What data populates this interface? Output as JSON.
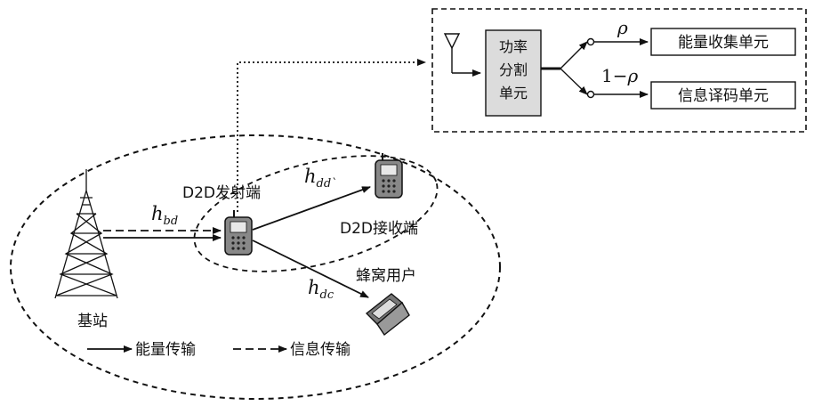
{
  "labels": {
    "base_station": "基站",
    "d2d_tx": "D2D发射端",
    "d2d_rx": "D2D接收端",
    "cellular_user": "蜂窝用户"
  },
  "channels": {
    "h_bd": {
      "base": "h",
      "sub": "bd"
    },
    "h_dd": {
      "base": "h",
      "sub": "dd`"
    },
    "h_dc": {
      "base": "h",
      "sub": "dc"
    }
  },
  "receiver": {
    "power_split_line1": "功率",
    "power_split_line2": "分割",
    "power_split_line3": "单元",
    "rho": "ρ",
    "one_minus_rho_prefix": "1−",
    "one_minus_rho_symbol": "ρ",
    "energy_harvest": "能量收集单元",
    "info_decode": "信息译码单元"
  },
  "legend": {
    "energy": "能量传输",
    "info": "信息传输"
  },
  "colors": {
    "stroke": "#111111",
    "box_fill": "#dcdcdc"
  }
}
